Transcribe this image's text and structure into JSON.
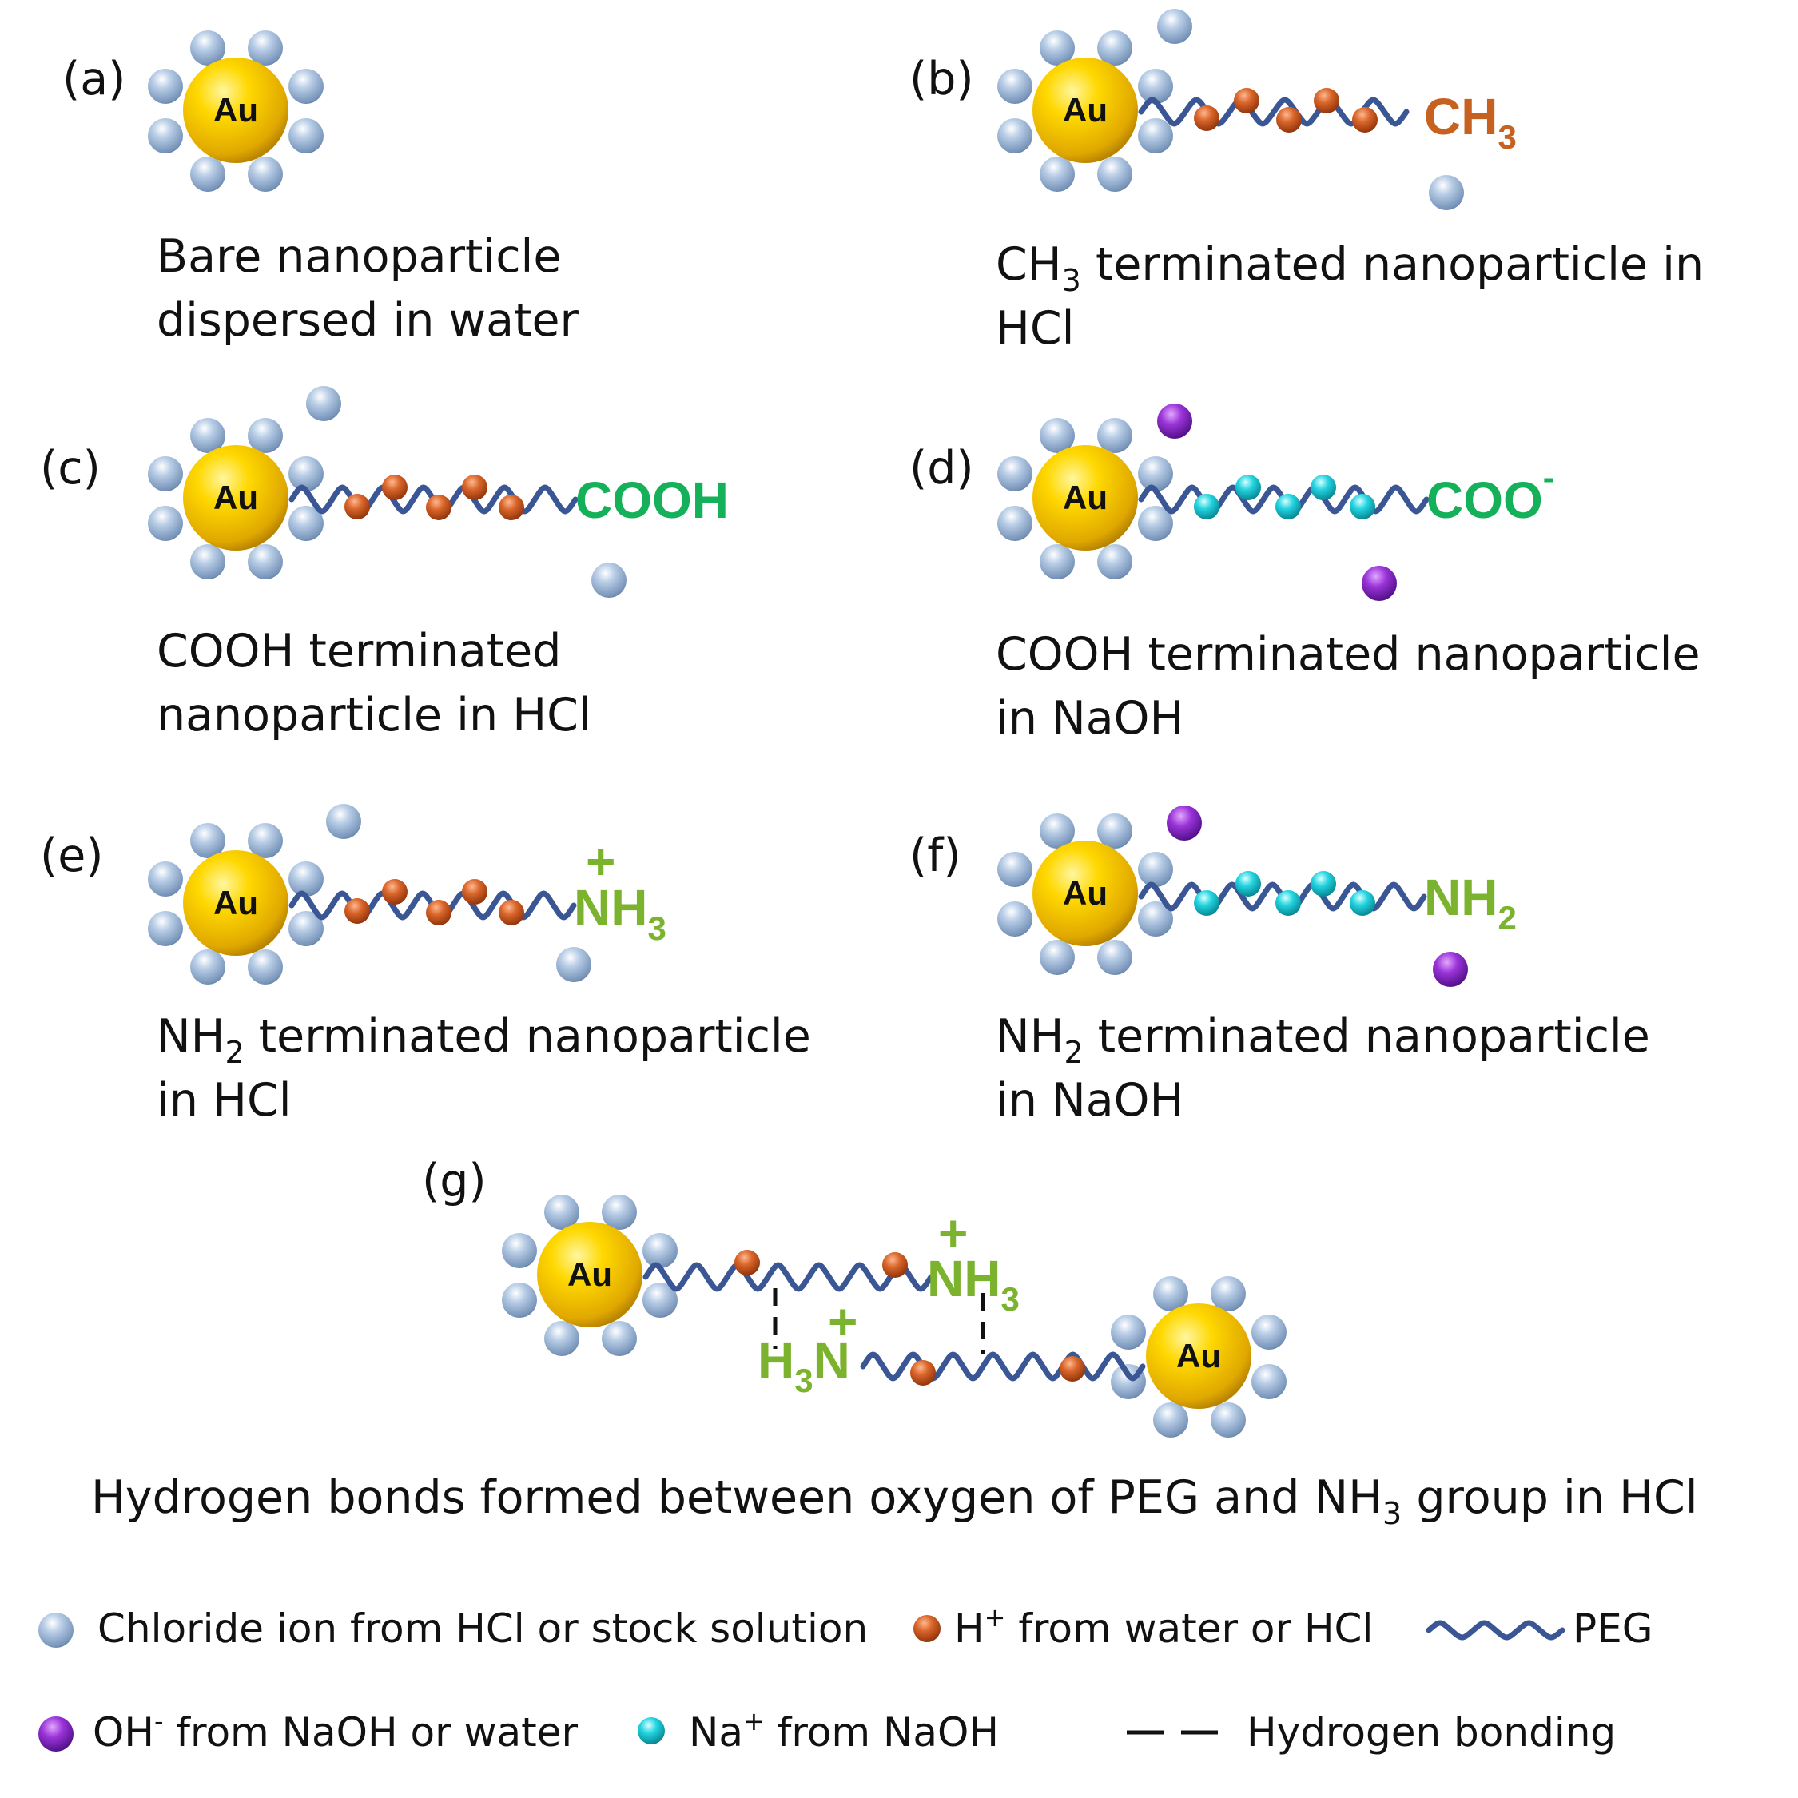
{
  "colors": {
    "gold": "#f2c400",
    "chloride": "#9ab4d4",
    "proton": "#c0531c",
    "sodium": "#16c4d2",
    "hydroxide": "#8a2bc4",
    "peg": "#3a5694",
    "ch3": "#c7611f",
    "cooh": "#14b05a",
    "amine": "#7cb32e"
  },
  "core_label": "Au",
  "panels": {
    "a": {
      "label": "(a)",
      "caption_1": "Bare nanoparticle",
      "caption_2": "dispersed in water"
    },
    "b": {
      "label": "(b)",
      "group": "CH",
      "group_sub": "3",
      "caption_1a": "CH",
      "caption_1sub": "3",
      "caption_1b": " terminated nanoparticle in",
      "caption_2": "HCl"
    },
    "c": {
      "label": "(c)",
      "group": "COOH",
      "caption_1": "COOH terminated",
      "caption_2": "nanoparticle in HCl"
    },
    "d": {
      "label": "(d)",
      "group": "COO",
      "group_sup": "-",
      "caption_1": "COOH terminated nanoparticle",
      "caption_2": "in NaOH"
    },
    "e": {
      "label": "(e)",
      "group_plus": "+",
      "group": "NH",
      "group_sub": "3",
      "caption_1a": "NH",
      "caption_1sub": "2",
      "caption_1b": " terminated nanoparticle",
      "caption_2": "in HCl"
    },
    "f": {
      "label": "(f)",
      "group": "NH",
      "group_sub": "2",
      "caption_1a": "NH",
      "caption_1sub": "2",
      "caption_1b": " terminated nanoparticle",
      "caption_2": "in NaOH"
    },
    "g": {
      "label": "(g)",
      "top_plus": "+",
      "top_group": "NH",
      "top_sub": "3",
      "bottom_group_a": "H",
      "bottom_sub": "3",
      "bottom_group_b": "N",
      "bottom_plus": "+",
      "caption_a": "Hydrogen bonds formed between oxygen of PEG and NH",
      "caption_sub": "3",
      "caption_b": " group in HCl"
    }
  },
  "legend": {
    "chloride": "Chloride ion from HCl or stock solution",
    "proton_a": "H",
    "proton_sup": "+",
    "proton_b": " from water or HCl",
    "peg": "PEG",
    "hydroxide_a": "OH",
    "hydroxide_sup": "-",
    "hydroxide_b": " from NaOH or water",
    "sodium_a": "Na",
    "sodium_sup": "+",
    "sodium_b": " from NaOH",
    "hbond": "Hydrogen bonding"
  }
}
